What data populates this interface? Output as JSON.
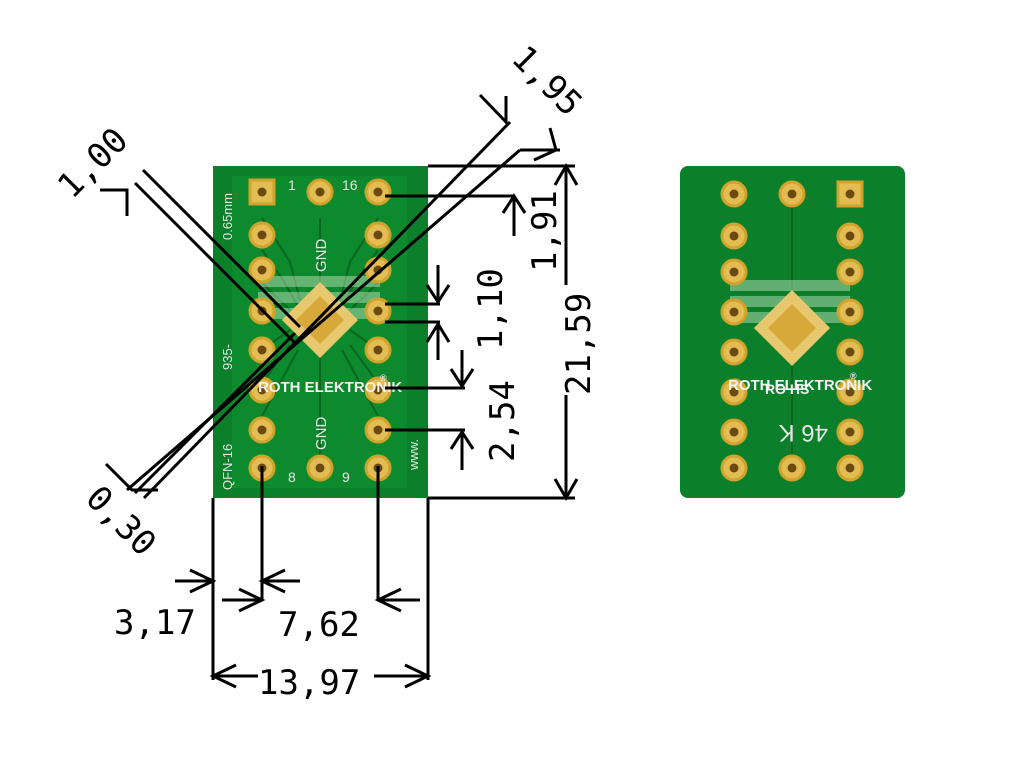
{
  "colors": {
    "pcb": "#0b7f2a",
    "pcb_dark": "#066b22",
    "pad": "#d1a32a",
    "pad_ring": "#e3bd54",
    "hole": "#6b4a10",
    "outline": "#000000"
  },
  "dimensions": {
    "pad_width": "1,00",
    "pad_spacing": "1,95",
    "pin_pitch_top": "1,10",
    "pin_pitch_small": "1,10",
    "row_pitch": "2,54",
    "top_margin": "1,91",
    "height": "21,59",
    "trace_width": "0,30",
    "edge_offset": "3,17",
    "row_spacing": "7,62",
    "width": "13,97"
  },
  "front_board": {
    "pin_1": "1",
    "pin_16": "16",
    "pin_8": "8",
    "pin_9": "9",
    "gnd_left": "GND",
    "gnd_right": "GND",
    "side_left": "QFN-16",
    "side_middle": "935-",
    "side_right": "www.",
    "side_top": "0.65mm",
    "logo": "ROTH ELEKTRONIK",
    "trademark": "®"
  },
  "back_board": {
    "logo": "ROTH ELEKTRONIK",
    "trademark": "®",
    "rohs": "RO HS",
    "code": "46 K"
  }
}
